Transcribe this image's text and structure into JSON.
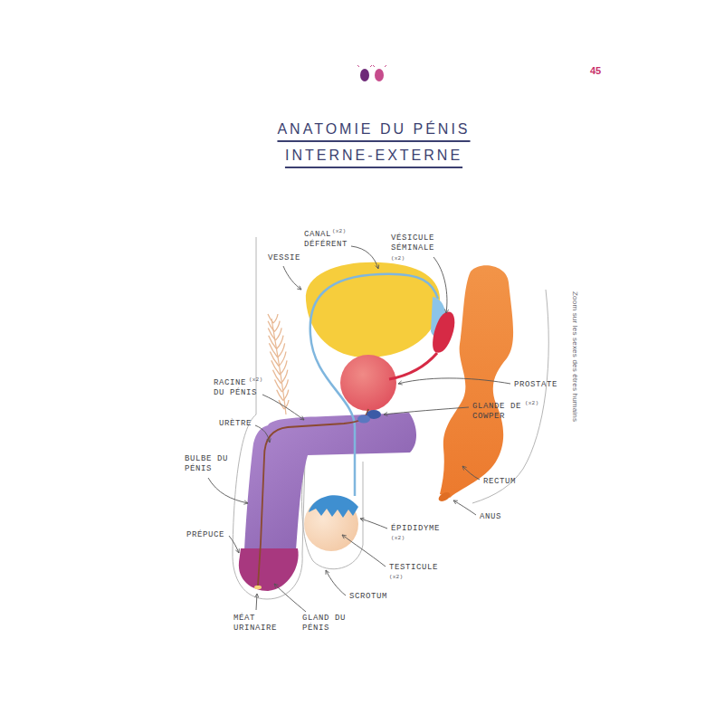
{
  "diagram": {
    "title": "ANATOMIE DU PÉNIS INTERNE-EXTERNE",
    "labels": [
      "45",
      "Zoom sur les sexes des êtres humains",
      "CANAL DÉFÉRENT",
      "(x2)",
      "VESSIE",
      "VÉSICULE SÉMINALE",
      "(x2)",
      "RACINE DU PÉNIS",
      "(x2)",
      "URÈTRE",
      "BULBE DU PÉNIS",
      "PRÉPUCE",
      "MÉAT URINAIRE",
      "GLAND DU PÉNIS",
      "SCROTUM",
      "TESTICULE",
      "(x2)",
      "ÉPIDIDYME",
      "(x2)",
      "ANUS",
      "RECTUM",
      "GLANDE DE COWPER",
      "(x2)",
      "PROSTATE"
    ]
  }
}
